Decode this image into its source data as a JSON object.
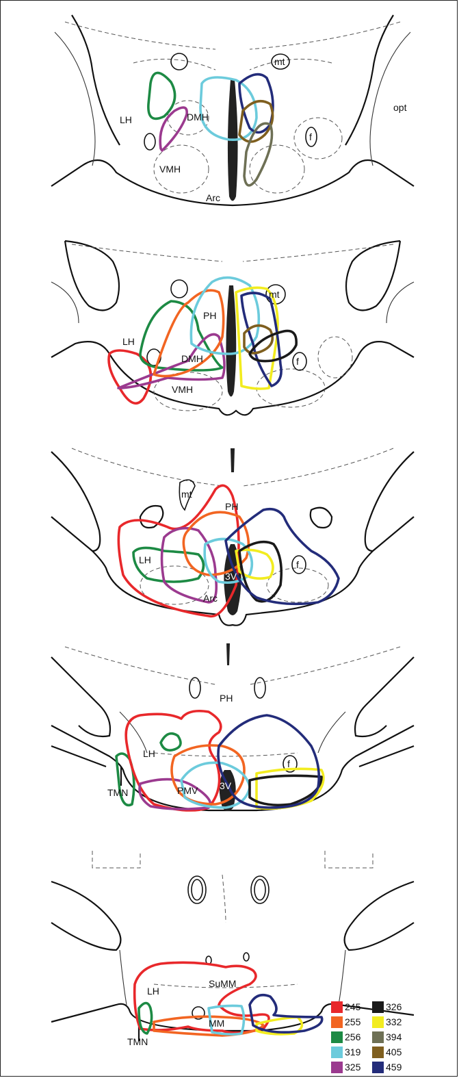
{
  "sections": [
    {
      "labels": {
        "lh": "LH",
        "dmh": "DMH",
        "vmh": "VMH",
        "arc": "Arc",
        "mt": "mt",
        "f": "f",
        "opt": "opt"
      }
    },
    {
      "labels": {
        "lh": "LH",
        "ph": "PH",
        "dmh": "DMH",
        "vmh": "VMH",
        "mt": "mt",
        "f": "f"
      }
    },
    {
      "labels": {
        "ph": "PH",
        "mt": "mt",
        "lh": "LH",
        "v3": "3V",
        "arc": "Arc",
        "f": "f"
      }
    },
    {
      "labels": {
        "ph": "PH",
        "lh": "LH",
        "tmn": "TMN",
        "pmv": "PMV",
        "v3": "3V",
        "f": "f"
      }
    },
    {
      "labels": {
        "lh": "LH",
        "summ": "SuMM",
        "mm": "MM",
        "tmn": "TMN"
      }
    }
  ],
  "legend": [
    {
      "id": "245",
      "color": "#e8282b"
    },
    {
      "id": "326",
      "color": "#1a1a1a"
    },
    {
      "id": "255",
      "color": "#f26522"
    },
    {
      "id": "332",
      "color": "#f2ec1f"
    },
    {
      "id": "256",
      "color": "#1d8a44"
    },
    {
      "id": "394",
      "color": "#6e7055"
    },
    {
      "id": "319",
      "color": "#6ccbdc"
    },
    {
      "id": "405",
      "color": "#7f5f1f"
    },
    {
      "id": "325",
      "color": "#9b3a8f"
    },
    {
      "id": "459",
      "color": "#232c7a"
    }
  ]
}
